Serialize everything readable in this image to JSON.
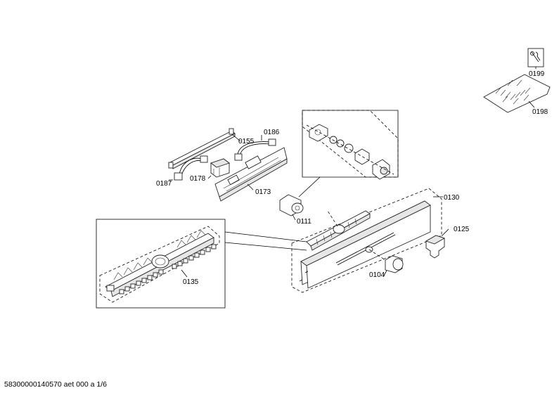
{
  "parts": {
    "p0199": "0199",
    "p0198": "0198",
    "p0155": "0155",
    "p0186": "0186",
    "p0187": "0187",
    "p0178": "0178",
    "p0173": "0173",
    "p0111": "0111",
    "p0130": "0130",
    "p0125": "0125",
    "p0104": "0104",
    "p0135": "0135"
  },
  "footer": {
    "document_id": "58300000140570 aet 000 a 1/6"
  }
}
